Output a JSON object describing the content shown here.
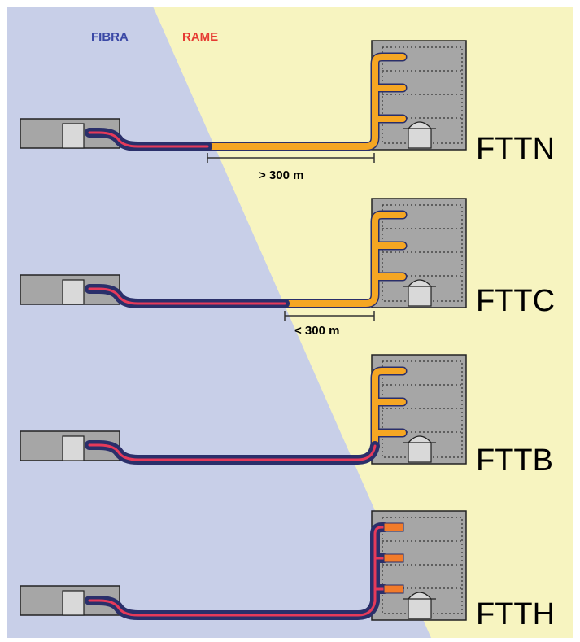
{
  "legend": {
    "fiber": {
      "label": "FIBRA",
      "color": "#3b49a6"
    },
    "copper": {
      "label": "RAME",
      "color": "#e63a32"
    }
  },
  "colors": {
    "fiber_zone": "#c8cfe8",
    "copper_zone": "#f7f4c0",
    "cable_outline": "#2a2f6a",
    "fiber_core": "#e63a5a",
    "copper_cable": "#f5a623",
    "building": "#a6a6a6"
  },
  "rows": [
    {
      "label": "FTTN",
      "distance": "> 300 m"
    },
    {
      "label": "FTTC",
      "distance": "< 300 m"
    },
    {
      "label": "FTTB",
      "distance": ""
    },
    {
      "label": "FTTH",
      "distance": ""
    }
  ]
}
